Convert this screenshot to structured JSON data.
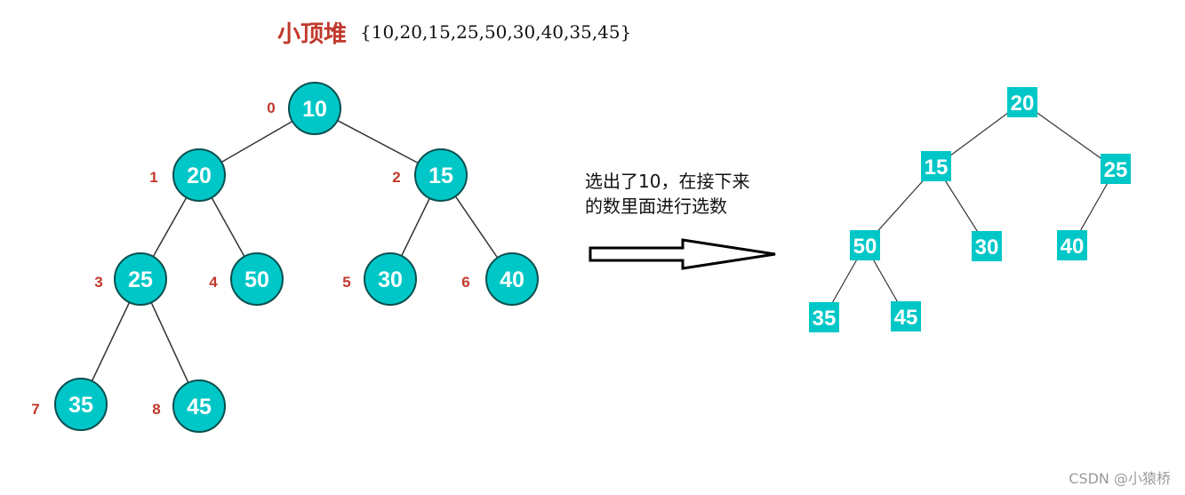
{
  "heading": {
    "title": "小顶堆",
    "sequence": "{10,20,15,25,50,30,40,35,45}"
  },
  "left_tree": {
    "nodes": [
      {
        "index": "0",
        "value": "10"
      },
      {
        "index": "1",
        "value": "20"
      },
      {
        "index": "2",
        "value": "15"
      },
      {
        "index": "3",
        "value": "25"
      },
      {
        "index": "4",
        "value": "50"
      },
      {
        "index": "5",
        "value": "30"
      },
      {
        "index": "6",
        "value": "40"
      },
      {
        "index": "7",
        "value": "35"
      },
      {
        "index": "8",
        "value": "45"
      }
    ]
  },
  "caption": {
    "line1": "选出了10，在接下来",
    "line2": "的数里面进行选数"
  },
  "right_tree": {
    "nodes": [
      {
        "value": "20"
      },
      {
        "value": "15"
      },
      {
        "value": "25"
      },
      {
        "value": "50"
      },
      {
        "value": "30"
      },
      {
        "value": "40"
      },
      {
        "value": "35"
      },
      {
        "value": "45"
      }
    ]
  },
  "watermark": "CSDN @小猿桥",
  "colors": {
    "node_fill": "#00c7c7",
    "node_stroke": "#0a4f4f",
    "index_label": "#c0392b",
    "edge": "#333333"
  }
}
